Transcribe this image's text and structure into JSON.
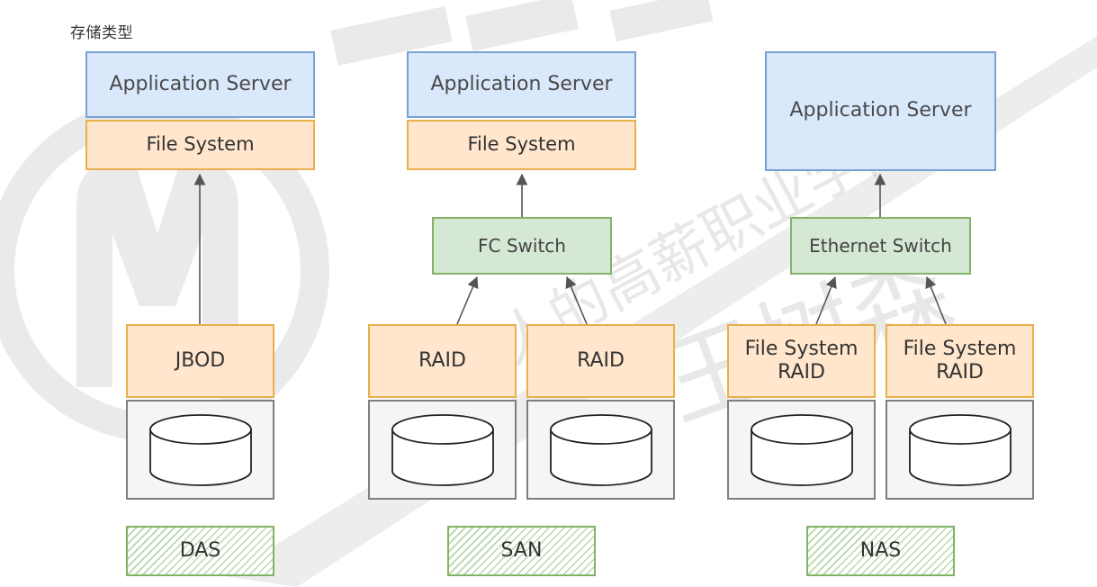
{
  "title": "存储类型",
  "das": {
    "app_server": "Application Server",
    "file_system": "File System",
    "storage": "JBOD",
    "label": "DAS"
  },
  "san": {
    "app_server": "Application Server",
    "file_system": "File System",
    "switch": "FC Switch",
    "storage_left": "RAID",
    "storage_right": "RAID",
    "label": "SAN"
  },
  "nas": {
    "app_server": "Application Server",
    "switch": "Ethernet Switch",
    "storage_left_line1": "File System",
    "storage_left_line2": "RAID",
    "storage_right_line1": "File System",
    "storage_right_line2": "RAID",
    "label": "NAS"
  },
  "watermark": {
    "brand": "马哥教育",
    "slogan": "IT人的高薪职业学院",
    "name": "王树森"
  },
  "colors": {
    "app_fill": "#dae8fc",
    "app_stroke": "#7aa1d6",
    "storage_fill": "#ffe6cc",
    "storage_stroke": "#e8b04a",
    "switch_fill": "#d5e8d4",
    "switch_stroke": "#82b366",
    "disk_fill": "#f5f5f5",
    "disk_stroke": "#7f7f7f"
  }
}
